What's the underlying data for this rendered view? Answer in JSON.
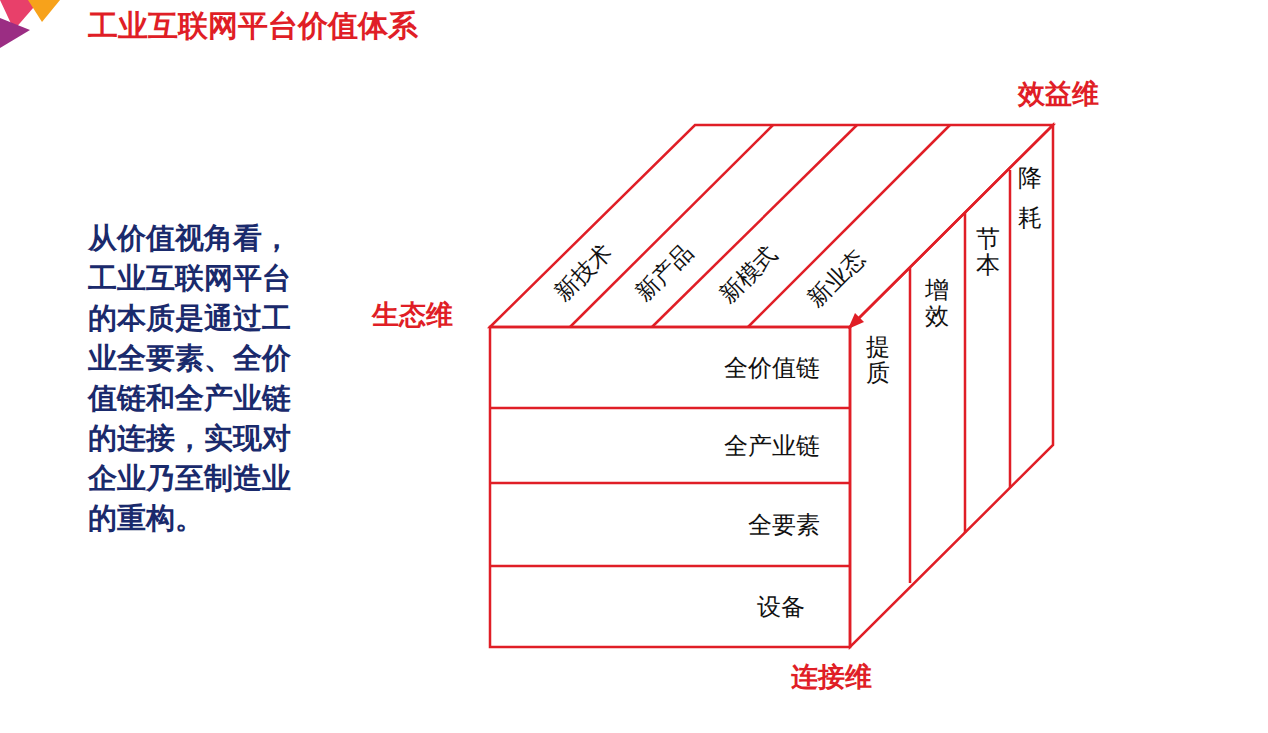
{
  "diagram": {
    "title": "工业互联网平台价值体系",
    "nodes": [
      {
        "text": [
          "全价值链"
        ]
      },
      {
        "text": [
          "全产业链"
        ]
      },
      {
        "text": [
          "全要素"
        ]
      },
      {
        "text": [
          "设备"
        ]
      },
      {
        "text": [
          "新技术"
        ]
      },
      {
        "text": [
          "新产品"
        ]
      },
      {
        "text": [
          "新模式"
        ]
      },
      {
        "text": [
          "新业态"
        ]
      },
      {
        "text": [
          "提质"
        ]
      },
      {
        "text": [
          "增效"
        ]
      },
      {
        "text": [
          "节本"
        ]
      },
      {
        "text": [
          "降耗"
        ]
      }
    ],
    "labels": [
      "从价值视角看，工业互联网平台的本质是通过工业全要素、全价值链和全产业链的连接，实现对企业乃至制造业的重构。",
      "效益维",
      "生态维",
      "连接维"
    ]
  }
}
